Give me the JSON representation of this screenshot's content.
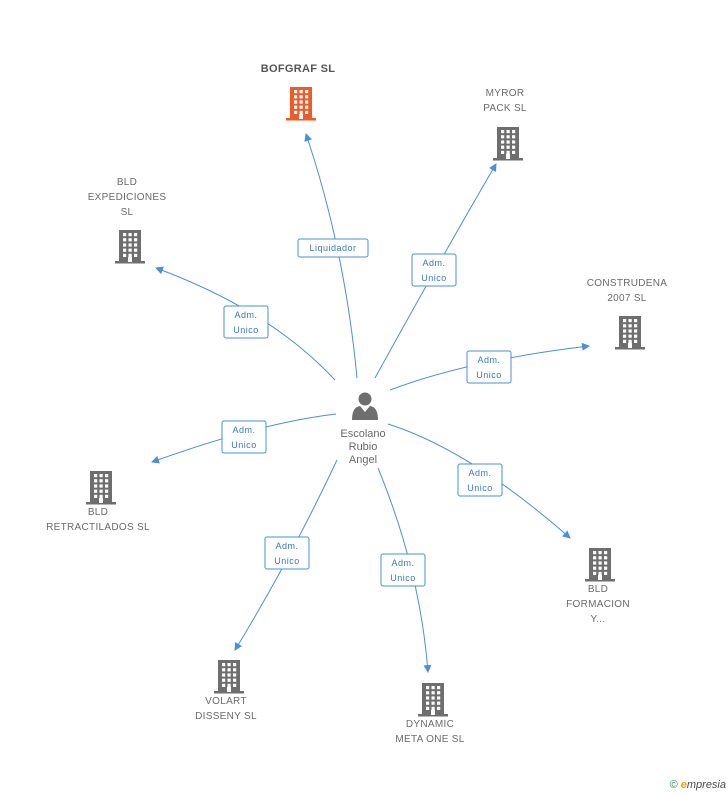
{
  "center": {
    "name_lines": [
      "Escolano",
      "Rubio",
      "Angel"
    ],
    "icon": "person-icon"
  },
  "companies": [
    {
      "id": "bofgraf",
      "lines": [
        "BOFGRAF SL"
      ],
      "relation": [
        "Liquidador"
      ],
      "highlight": true,
      "color": "#f05a28"
    },
    {
      "id": "myror",
      "lines": [
        "MYROR",
        "PACK SL"
      ],
      "relation": [
        "Adm.",
        "Unico"
      ],
      "highlight": false,
      "color": "#6e6e6e"
    },
    {
      "id": "bld-expediciones",
      "lines": [
        "BLD",
        "EXPEDICIONES",
        "SL"
      ],
      "relation": [
        "Adm.",
        "Unico"
      ],
      "highlight": false,
      "color": "#6e6e6e"
    },
    {
      "id": "construdena",
      "lines": [
        "CONSTRUDENA",
        "2007 SL"
      ],
      "relation": [
        "Adm.",
        "Unico"
      ],
      "highlight": false,
      "color": "#6e6e6e"
    },
    {
      "id": "bld-retractilados",
      "lines": [
        "BLD",
        "RETRACTILADOS SL"
      ],
      "relation": [
        "Adm.",
        "Unico"
      ],
      "highlight": false,
      "color": "#6e6e6e"
    },
    {
      "id": "bld-formacion",
      "lines": [
        "BLD",
        "FORMACION",
        "Y..."
      ],
      "relation": [
        "Adm.",
        "Unico"
      ],
      "highlight": false,
      "color": "#6e6e6e"
    },
    {
      "id": "volart",
      "lines": [
        "VOLART",
        "DISSENY SL"
      ],
      "relation": [
        "Adm.",
        "Unico"
      ],
      "highlight": false,
      "color": "#6e6e6e"
    },
    {
      "id": "dynamic",
      "lines": [
        "DYNAMIC",
        "META ONE SL"
      ],
      "relation": [
        "Adm.",
        "Unico"
      ],
      "highlight": false,
      "color": "#6e6e6e"
    }
  ],
  "footer": {
    "copyright": "©",
    "brand_initial": "e",
    "brand_rest": "mpresia"
  },
  "colors": {
    "edge": "#4a8fdc",
    "relation_text": "#3a78c2",
    "highlight": "#f05a28",
    "building": "#6e6e6e",
    "person": "#6e6e6e"
  }
}
